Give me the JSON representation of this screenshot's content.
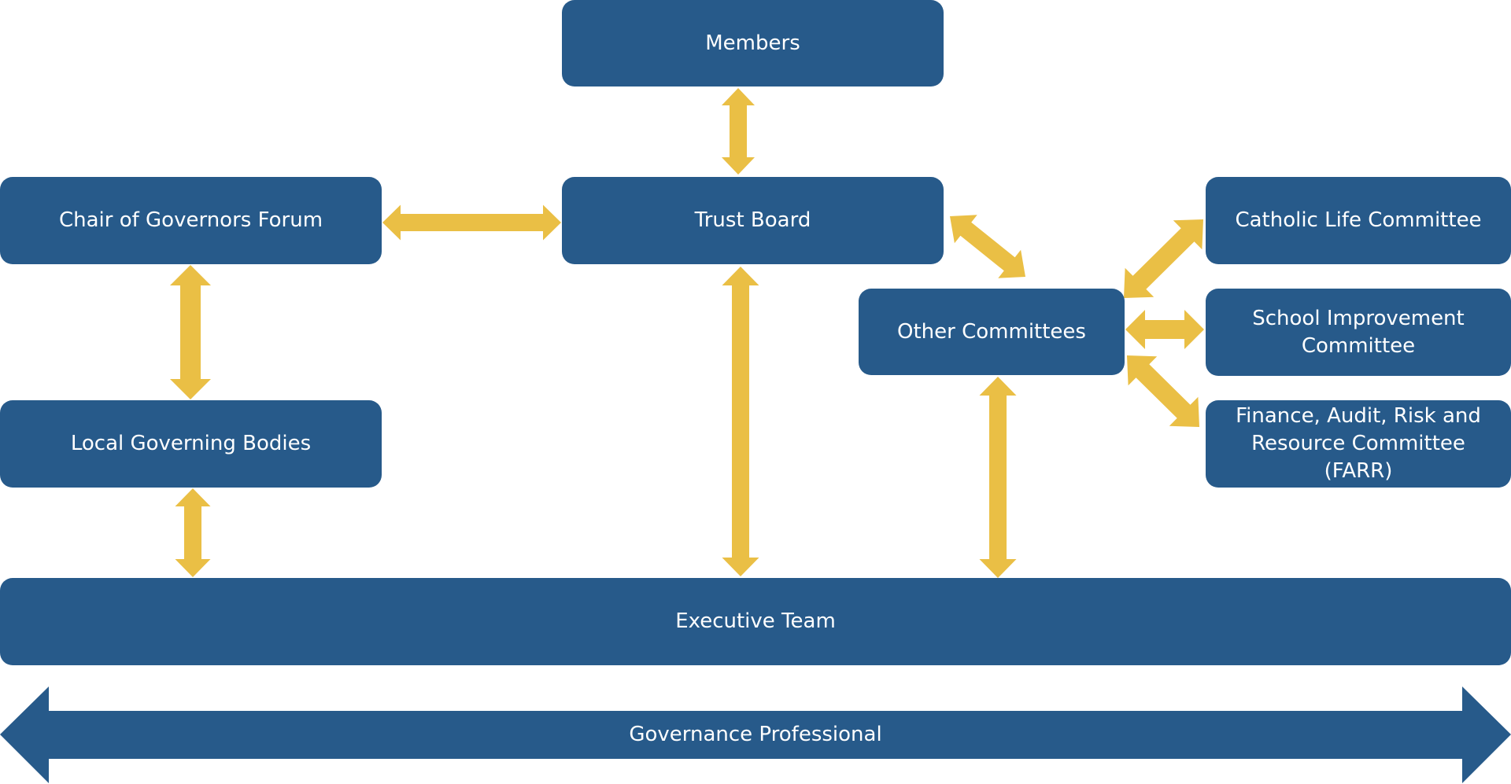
{
  "title": "Governance Structure",
  "colors": {
    "box": "#275a8a",
    "arrow": "#eabf45",
    "text": "#ffffff",
    "background": "#ffffff"
  },
  "nodes": {
    "members": "Members",
    "trust_board": "Trust Board",
    "chair_forum": "Chair of Governors Forum",
    "local_bodies": "Local Governing Bodies",
    "other_committees": "Other Committees",
    "catholic_life": "Catholic Life Committee",
    "school_improvement": "School Improvement Committee",
    "farr": "Finance, Audit, Risk and Resource Committee (FARR)",
    "executive": "Executive Team",
    "governance": "Governance Professional"
  },
  "connections": [
    {
      "from": "Members",
      "to": "Trust Board",
      "type": "bidirectional"
    },
    {
      "from": "Chair of Governors Forum",
      "to": "Trust Board",
      "type": "bidirectional"
    },
    {
      "from": "Chair of Governors Forum",
      "to": "Local Governing Bodies",
      "type": "bidirectional"
    },
    {
      "from": "Local Governing Bodies",
      "to": "Executive Team",
      "type": "bidirectional"
    },
    {
      "from": "Trust Board",
      "to": "Executive Team",
      "type": "bidirectional"
    },
    {
      "from": "Trust Board",
      "to": "Other Committees",
      "type": "bidirectional"
    },
    {
      "from": "Other Committees",
      "to": "Executive Team",
      "type": "bidirectional"
    },
    {
      "from": "Other Committees",
      "to": "Catholic Life Committee",
      "type": "bidirectional"
    },
    {
      "from": "Other Committees",
      "to": "School Improvement Committee",
      "type": "bidirectional"
    },
    {
      "from": "Other Committees",
      "to": "Finance, Audit, Risk and Resource Committee (FARR)",
      "type": "bidirectional"
    }
  ]
}
